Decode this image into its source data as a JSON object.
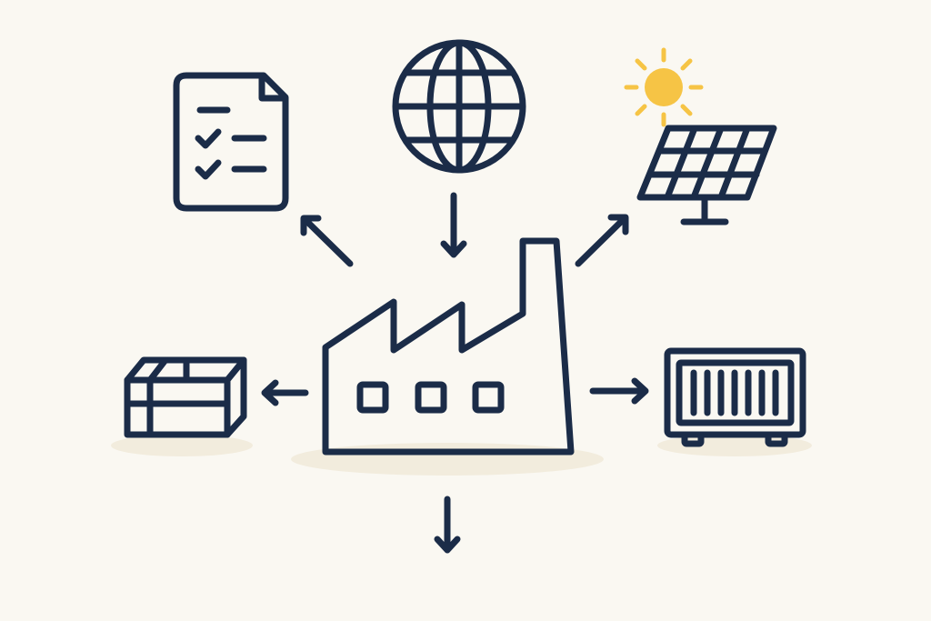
{
  "colors": {
    "background": "#faf8f2",
    "stroke": "#1b2c48",
    "sun": "#f6c445",
    "shadow": "#f2ecdd"
  },
  "icons": {
    "center": "factory-icon",
    "top_left": "checklist-document-icon",
    "top": "globe-icon",
    "top_right": "solar-panel-with-sun-icon",
    "left": "package-box-icon",
    "right": "container-icon",
    "arrows": [
      "arrow-down-from-globe",
      "arrow-to-document",
      "arrow-to-solar",
      "arrow-to-box",
      "arrow-to-container",
      "arrow-down-output"
    ]
  }
}
